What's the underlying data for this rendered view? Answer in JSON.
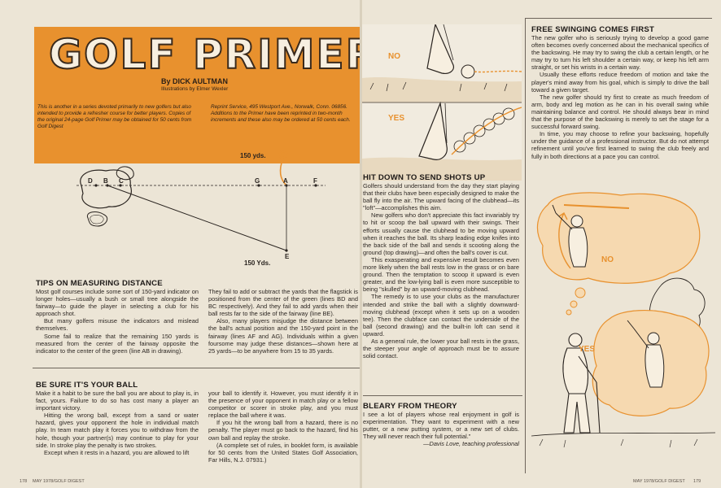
{
  "header": {
    "title": "GOLF PRIMER",
    "byline": "By DICK AULTMAN",
    "illustrator": "Illustrations by Elmer Wexler",
    "intro_left": "This is another in a series devoted primarily to new golfers but also intended to provide a refresher course for better players. Copies of the original 24-page Golf Primer may be obtained for 50 cents from Golf Digest",
    "intro_right": "Reprint Service, 495 Westport Ave., Norwalk, Conn. 06856. Additions to the Primer have been reprinted in two-month increments and these also may be ordered at 50 cents each."
  },
  "diagram": {
    "top_label": "150 yds.",
    "bottom_label": "150 Yds.",
    "points": [
      "D",
      "B",
      "C",
      "G",
      "A",
      "F",
      "E"
    ]
  },
  "measuring": {
    "heading": "TIPS ON MEASURING DISTANCE",
    "col1": [
      "Most golf courses include some sort of 150-yard indicator on longer holes—usually a bush or small tree alongside the fairway—to guide the player in selecting a club for his approach shot.",
      "But many golfers misuse the indicators and mislead themselves.",
      "Some fail to realize that the remaining 150 yards is measured from the center of the fairway opposite the indicator to the center of the green (line AB in drawing)."
    ],
    "col2": [
      "They fail to add or subtract the yards that the flagstick is positioned from the center of the green (lines BD and BC respectively). And they fail to add yards when their ball rests far to the side of the fairway (line BE).",
      "Also, many players misjudge the distance between the ball's actual position and the 150-yard point in the fairway (lines AF and AG). Individuals within a given foursome may judge these distances—shown here at 25 yards—to be anywhere from 15 to 35 yards."
    ]
  },
  "ball": {
    "heading": "BE SURE IT'S YOUR BALL",
    "col1": [
      "Make it a habit to be sure the ball you are about to play is, in fact, yours. Failure to do so has cost many a player an important victory.",
      "Hitting the wrong ball, except from a sand or water hazard, gives your opponent the hole in individual match play. In team match play it forces you to withdraw from the hole, though your partner(s) may continue to play for your side. In stroke play the penalty is two strokes.",
      "Except when it rests in a hazard, you are allowed to lift"
    ],
    "col2": [
      "your ball to identify it. However, you must identify it in the presence of your opponent in match play or a fellow competitor or scorer in stroke play, and you must replace the ball where it was.",
      "If you hit the wrong ball from a hazard, there is no penalty. The player must go back to the hazard, find his own ball and replay the stroke.",
      "(A complete set of rules, in booklet form, is available for 50 cents from the United States Golf Association, Far Hills, N.J. 07931.)"
    ]
  },
  "hitdown": {
    "heading": "HIT DOWN TO SEND SHOTS UP",
    "paras": [
      "Golfers should understand from the day they start playing that their clubs have been especially designed to make the ball fly into the air. The upward facing of the clubhead—its \"loft\"—accomplishes this aim.",
      "New golfers who don't appreciate this fact invariably try to hit or scoop the ball upward with their swings. Their efforts usually cause the clubhead to be moving upward when it reaches the ball. Its sharp leading edge knifes into the back side of the ball and sends it scooting along the ground (top drawing)—and often the ball's cover is cut.",
      "This exasperating and expensive result becomes even more likely when the ball rests low in the grass or on bare ground. Then the temptation to scoop it upward is even greater, and the low-lying ball is even more susceptible to being \"skulled\" by an upward-moving clubhead.",
      "The remedy is to use your clubs as the manufacturer intended and strike the ball with a slightly downward-moving clubhead (except when it sets up on a wooden tee). Then the clubface can contact the underside of the ball (second drawing) and the built-in loft can send it upward.",
      "As a general rule, the lower your ball rests in the grass, the steeper your angle of approach must be to assure solid contact."
    ]
  },
  "bleary": {
    "heading": "BLEARY FROM THEORY",
    "text": "I see a lot of players whose real enjoyment in golf is experimentation. They want to experiment with a new putter, or a new putting system, or a new set of clubs. They will never reach their full potential.\"",
    "attribution": "—Davis Love, teaching professional"
  },
  "free": {
    "heading": "FREE SWINGING COMES FIRST",
    "paras": [
      "The new golfer who is seriously trying to develop a good game often becomes overly concerned about the mechanical specifics of the backswing. He may try to swing the club a certain length, or he may try to turn his left shoulder a certain way, or keep his left arm straight, or set his wrists in a certain way.",
      "Usually these efforts reduce freedom of motion and take the player's mind away from his goal, which is simply to drive the ball toward a given target.",
      "The new golfer should try first to create as much freedom of arm, body and leg motion as he can in his overall swing while maintaining balance and control. He should always bear in mind that the purpose of the backswing is merely to set the stage for a successful forward swing.",
      "In time, you may choose to refine your backswing, hopefully under the guidance of a professional instructor. But do not attempt refinement until you've first learned to swing the club freely and fully in both directions at a pace you can control."
    ]
  },
  "labels": {
    "no": "NO",
    "yes": "YES"
  },
  "footer": {
    "left_page": "178",
    "left_issue": "MAY 1978/GOLF DIGEST",
    "right_issue": "MAY 1978/GOLF DIGEST",
    "right_page": "179"
  },
  "colors": {
    "accent": "#e8912e",
    "paper": "#ece5d6",
    "ink": "#2a2420"
  }
}
